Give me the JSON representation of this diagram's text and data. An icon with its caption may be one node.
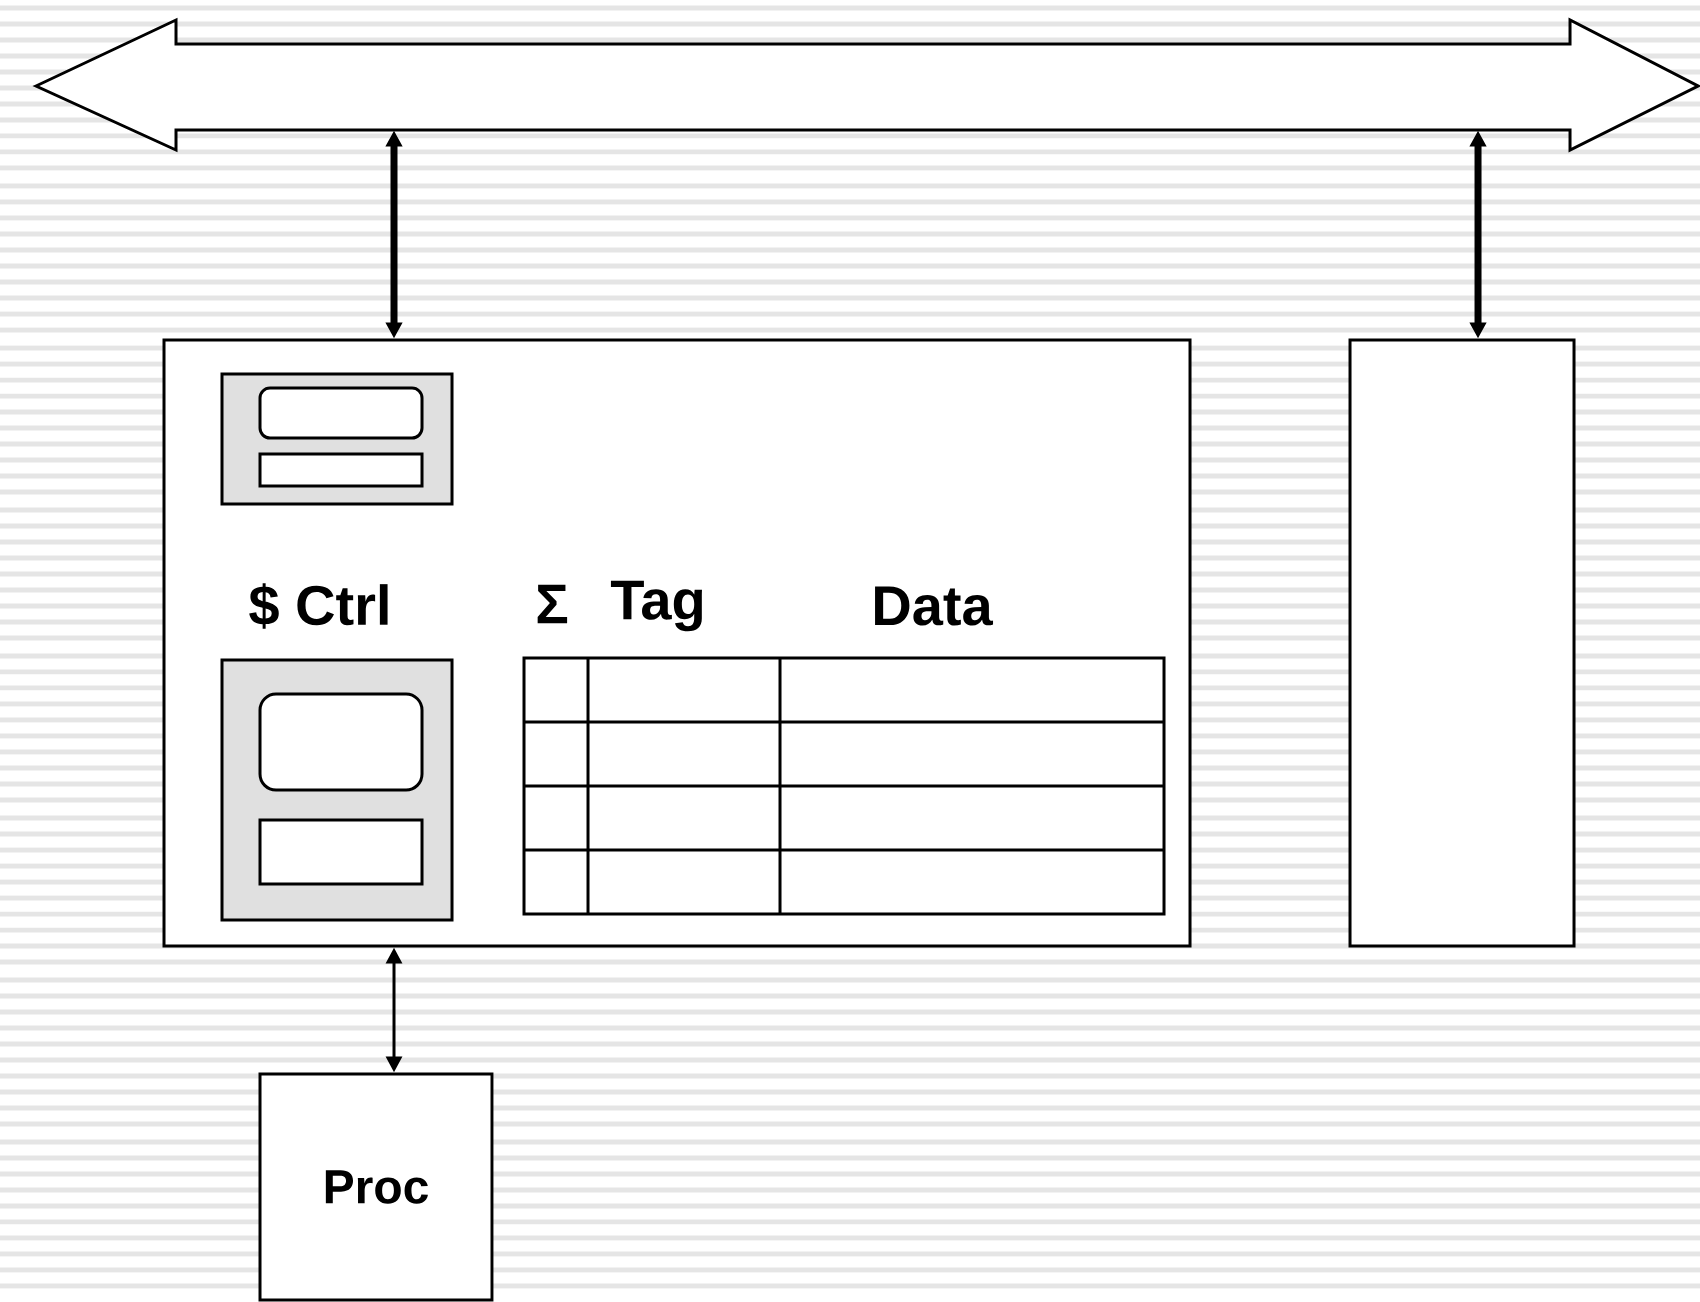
{
  "diagram": {
    "nodes": [
      {
        "text": [],
        "shape": "arrow"
      },
      {
        "text": [],
        "shape": "box"
      },
      {
        "text": [],
        "shape": "box"
      },
      {
        "text": [
          "Proc"
        ]
      }
    ],
    "edges": [
      {
        "from": 0,
        "to": 1,
        "arrow": "both"
      },
      {
        "from": 0,
        "to": 2,
        "arrow": "both"
      },
      {
        "from": 1,
        "to": 3,
        "arrow": "both"
      }
    ],
    "labels": [
      "$ Ctrl",
      "Σ",
      "Tag",
      "Data"
    ]
  }
}
